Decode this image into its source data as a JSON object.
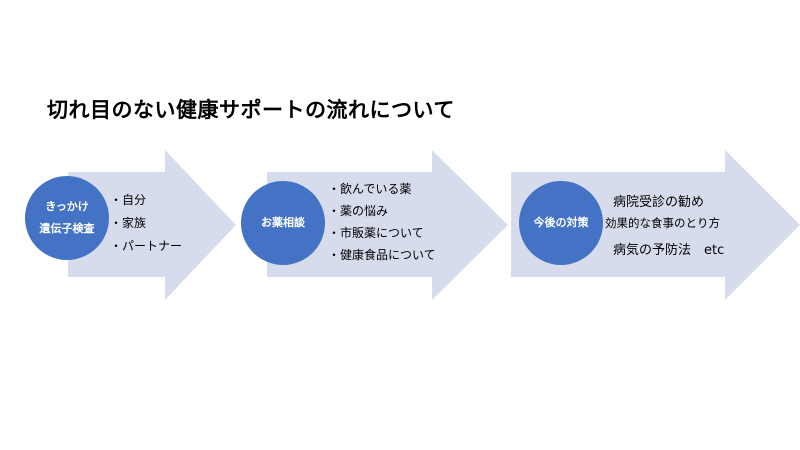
{
  "title": "切れ目のない健康サポートの流れについて",
  "colors": {
    "arrow": "#d6dcec",
    "circle": "#4472c4"
  },
  "steps": [
    {
      "circle_lines": [
        "きっかけ",
        "遺伝子検査"
      ],
      "items": [
        "自分",
        "家族",
        "パートナー"
      ]
    },
    {
      "circle_lines": [
        "お薬相談"
      ],
      "items": [
        "飲んでいる薬",
        "薬の悩み",
        "市販薬について",
        "健康食品について"
      ]
    },
    {
      "circle_lines": [
        "今後の対策"
      ],
      "items": [
        "病院受診の勧め",
        "効果的な食事のとり方",
        "病気の予防法　etc"
      ]
    }
  ]
}
